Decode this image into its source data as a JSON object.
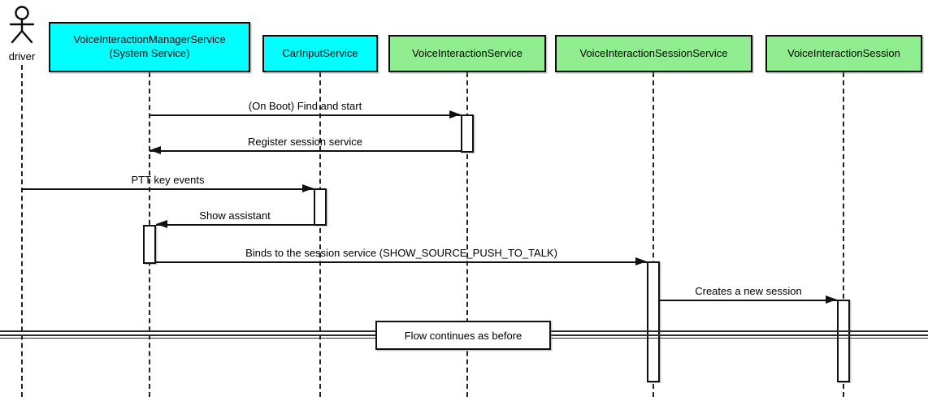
{
  "diagram_type": "uml-sequence",
  "colors": {
    "system_service_fill": "#00ffff",
    "component_fill": "#90ee90",
    "line": "#111111",
    "background": "#ffffff"
  },
  "participants": [
    {
      "id": "driver",
      "type": "actor",
      "label": "driver"
    },
    {
      "id": "voice_interaction_manager_service",
      "type": "box",
      "label": "VoiceInteractionManagerService\n(System Service)",
      "fill": "#00ffff"
    },
    {
      "id": "car_input_service",
      "type": "box",
      "label": "CarInputService",
      "fill": "#00ffff"
    },
    {
      "id": "voice_interaction_service",
      "type": "box",
      "label": "VoiceInteractionService",
      "fill": "#90ee90"
    },
    {
      "id": "voice_interaction_session_service",
      "type": "box",
      "label": "VoiceInteractionSessionService",
      "fill": "#90ee90"
    },
    {
      "id": "voice_interaction_session",
      "type": "box",
      "label": "VoiceInteractionSession",
      "fill": "#90ee90"
    }
  ],
  "messages": [
    {
      "from": "voice_interaction_manager_service",
      "to": "voice_interaction_service",
      "label": "(On Boot) Find and start",
      "direction": "right"
    },
    {
      "from": "voice_interaction_service",
      "to": "voice_interaction_manager_service",
      "label": "Register session service",
      "direction": "left"
    },
    {
      "from": "driver",
      "to": "car_input_service",
      "label": "PTT key events",
      "direction": "right"
    },
    {
      "from": "car_input_service",
      "to": "voice_interaction_manager_service",
      "label": "Show assistant",
      "direction": "left"
    },
    {
      "from": "voice_interaction_manager_service",
      "to": "voice_interaction_session_service",
      "label": "Binds to the session service (SHOW_SOURCE_PUSH_TO_TALK)",
      "direction": "right"
    },
    {
      "from": "voice_interaction_session_service",
      "to": "voice_interaction_session",
      "label": "Creates a new session",
      "direction": "right"
    }
  ],
  "divider": {
    "label": "Flow continues as before"
  }
}
